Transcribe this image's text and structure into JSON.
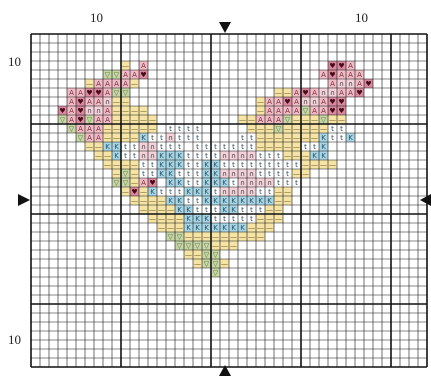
{
  "labels": {
    "top_left": "10",
    "top_right": "10",
    "left_top": "10",
    "left_bottom": "10"
  },
  "legend": {
    "A": {
      "fill": "#f0bcc6",
      "glyph": "A",
      "color": "#7a2a3a",
      "name": "pink-a"
    },
    "H": {
      "fill": "#d98aa0",
      "glyph": "♥",
      "color": "#4a0b18",
      "name": "dark-heart"
    },
    "O": {
      "fill": "#f3d3d9",
      "glyph": "∩",
      "color": "#333333",
      "name": "light-pink-arc"
    },
    "V": {
      "fill": "#c7d6a6",
      "glyph": "▽",
      "color": "#556b2f",
      "name": "green-triangle"
    },
    "Y": {
      "fill": "#f6e4a6",
      "glyph": "—",
      "color": "#6b5a1a",
      "name": "yellow-dash"
    },
    "B": {
      "fill": "#a9d6e5",
      "glyph": "K",
      "color": "#1f4f66",
      "name": "blue-k"
    },
    "T": {
      "fill": "#ffffff",
      "glyph": "t",
      "color": "#1f3f55",
      "name": "white-t"
    },
    "W": {
      "fill": "#ffffff",
      "glyph": "∩",
      "color": "#1f3f55",
      "name": "white-arc"
    }
  },
  "pattern_rows": [
    "............................................",
    "............................................",
    "............................................",
    "..........Y.A....................HHA........",
    "........VVAAH...................AHAAA.......",
    "......YAAAAY.....................AOOAH......",
    "....AAHHAVV................YYAHAOOAAH.......",
    "....AHAAOYY..............YAAHAOOAHH........",
    "...HAHOOAYYYY............YAAAAVAAHH........",
    "...VAHVAAYYYYY.........YYAAAVYYYVYY........",
    "....VAAAYYYYYY.TTTT.....YYYVYYYYYTT........",
    ".....VAAYYYYBTTOTTT....TTYYYYYYYBTTB........",
    "......YYBBTTOOTTT.TTTTTTTYYYYYTTB.........",
    ".......YYBTTOOBBBTTTTOOOOTTTYYYBB..........",
    "........YYYYTTBBBTTBBTTTTTTTTTYYYY.........",
    ".........YVYTTBBTTTBBOOOOTTTTYY............",
    ".........VVYAH.BBTTBBBTOOOOTTT.............",
    "..........YHYBTTTBBBTOOOOTTYY.............",
    "...........YYYYBBTTBBBBBBBBYY..............",
    "............YYYYBBTTTBBTTTYY...............",
    ".............YYYYBBBTTTTTYYY...............",
    "..............YYYBBBBBBBYYY................",
    "...............VVYYYYYYYYY.................",
    "................VVVVYYY....................",
    ".................YYVV......................",
    "..................YVVY.....................",
    "....................V.......................",
    "............................................"
  ]
}
